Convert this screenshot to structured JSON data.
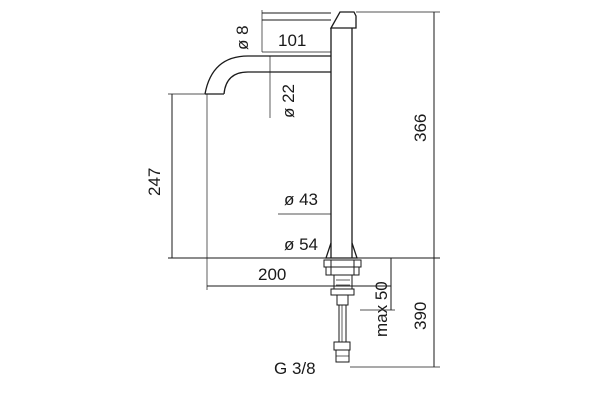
{
  "labels": {
    "d8": "ø 8",
    "w101": "101",
    "d22": "ø 22",
    "h366": "366",
    "h247": "247",
    "d43": "ø 43",
    "d54": "ø 54",
    "w200": "200",
    "max50": "max 50",
    "h390": "390",
    "g38": "G 3/8"
  }
}
